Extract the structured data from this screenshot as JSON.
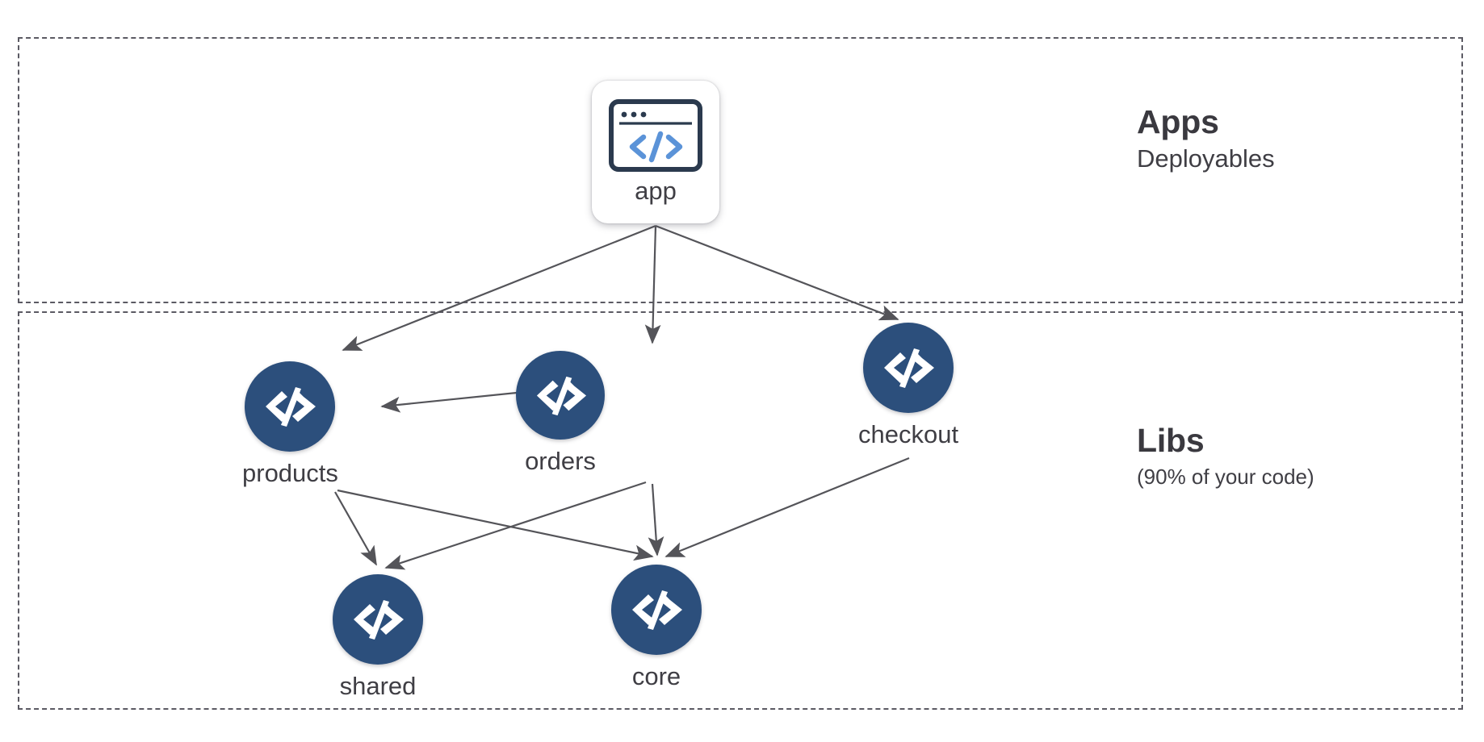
{
  "diagram": {
    "zones": [
      {
        "id": "apps",
        "title": "Apps",
        "subtitle": "Deployables"
      },
      {
        "id": "libs",
        "title": "Libs",
        "subtitle": "(90% of your code)"
      }
    ],
    "nodes": [
      {
        "id": "app",
        "label": "app",
        "shape": "rounded-card",
        "icon": "browser-window-code-icon",
        "zone": "apps"
      },
      {
        "id": "products",
        "label": "products",
        "shape": "circle",
        "icon": "code-icon",
        "zone": "libs"
      },
      {
        "id": "orders",
        "label": "orders",
        "shape": "circle",
        "icon": "code-icon",
        "zone": "libs"
      },
      {
        "id": "checkout",
        "label": "checkout",
        "shape": "circle",
        "icon": "code-icon",
        "zone": "libs"
      },
      {
        "id": "shared",
        "label": "shared",
        "shape": "circle",
        "icon": "code-icon",
        "zone": "libs"
      },
      {
        "id": "core",
        "label": "core",
        "shape": "circle",
        "icon": "code-icon",
        "zone": "libs"
      }
    ],
    "edges": [
      {
        "from": "app",
        "to": "products"
      },
      {
        "from": "app",
        "to": "orders"
      },
      {
        "from": "app",
        "to": "checkout"
      },
      {
        "from": "orders",
        "to": "products"
      },
      {
        "from": "products",
        "to": "shared"
      },
      {
        "from": "products",
        "to": "core"
      },
      {
        "from": "orders",
        "to": "shared"
      },
      {
        "from": "orders",
        "to": "core"
      },
      {
        "from": "checkout",
        "to": "core"
      }
    ],
    "colors": {
      "node_fill": "#2c4f7c",
      "node_glyph": "#ffffff",
      "edge": "#545459",
      "zone_border": "#5b5a63",
      "text": "#3f3e44",
      "card_background": "#ffffff",
      "browser_icon_frame": "#2b3a4e",
      "browser_icon_code": "#5b93d8"
    }
  }
}
